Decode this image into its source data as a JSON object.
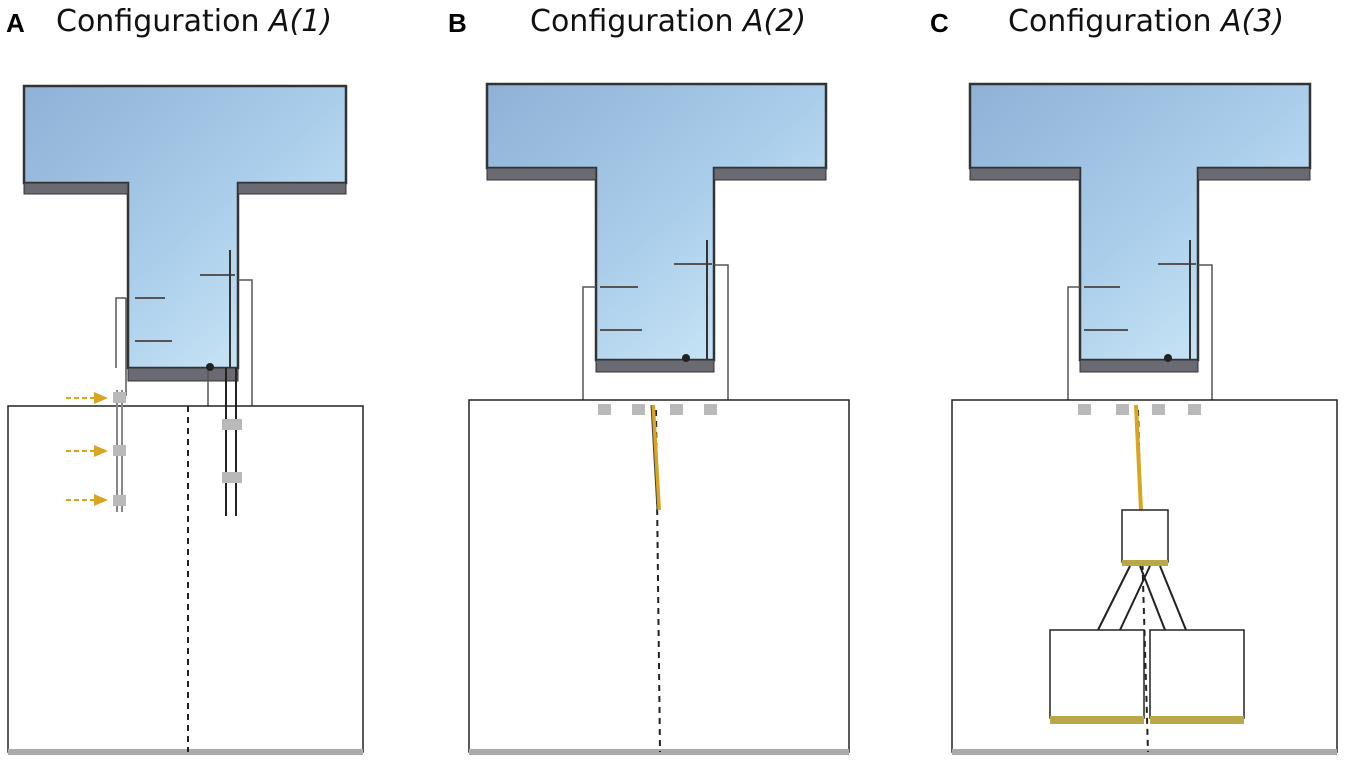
{
  "panels": [
    {
      "letter": "A",
      "title_prefix": "Configuration ",
      "title_var": "A(1)"
    },
    {
      "letter": "B",
      "title_prefix": "Configuration ",
      "title_var": "A(2)"
    },
    {
      "letter": "C",
      "title_prefix": "Configuration ",
      "title_var": "A(3)"
    }
  ],
  "colors": {
    "fluid": "#a9cdea",
    "fluid_dark": "#8fb4d8",
    "wall": "#555555",
    "wall_band": "#6a6a72",
    "outline": "#222222",
    "probe": "#b9b9b9",
    "tape": "#d9a520",
    "arrow": "#d9a520",
    "cube_base": "#b8a84a"
  }
}
